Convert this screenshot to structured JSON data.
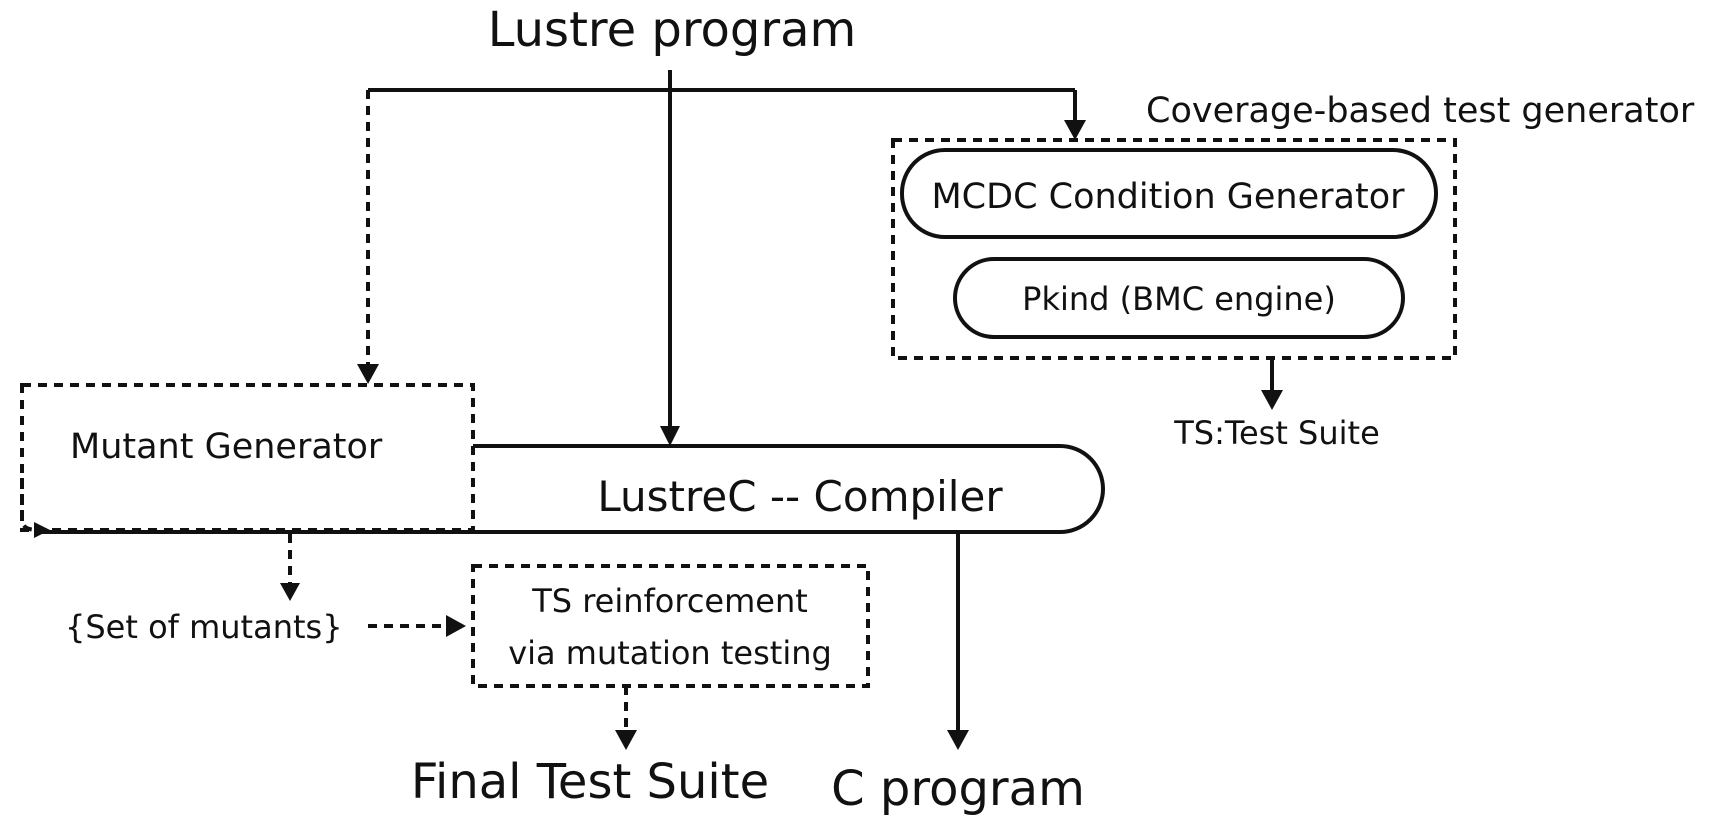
{
  "diagram": {
    "source_label": "Lustre program",
    "coverage_group_label": "Coverage-based test generator",
    "mcdc_label": "MCDC Condition Generator",
    "pkind_label": "Pkind (BMC engine)",
    "test_suite_label": "TS:Test Suite",
    "mutant_generator_label": "Mutant Generator",
    "compiler_label": "LustreC -- Compiler",
    "mutants_label": "{Set of mutants}",
    "reinforcement_line1": "TS reinforcement",
    "reinforcement_line2": "via mutation testing",
    "final_test_suite_label": "Final Test Suite",
    "c_program_label": "C program"
  }
}
